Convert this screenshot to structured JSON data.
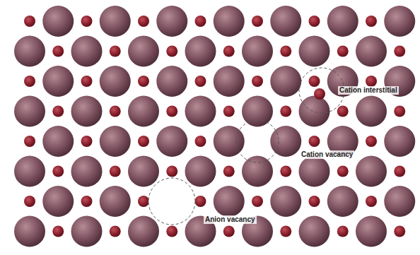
{
  "diagram": {
    "labels": [
      "Cation interstitial",
      "Cation vacancy",
      "Anion vacancy"
    ]
  }
}
